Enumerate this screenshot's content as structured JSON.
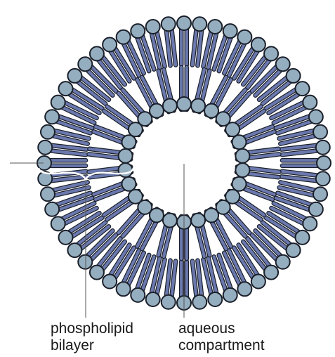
{
  "diagram": {
    "subject": "liposome cross-section",
    "colors": {
      "head_fill": "#95aebf",
      "tail_fill": "#6a78ad",
      "outline": "#1a1f2a",
      "leader_line": "#555555",
      "bracket": "#ffffff"
    },
    "outer_leaflet_lipid_count": 56,
    "inner_leaflet_lipid_count": 26
  },
  "labels": {
    "bilayer_line1": "phospholipid",
    "bilayer_line2": "bilayer",
    "aqueous_line1": "aqueous",
    "aqueous_line2": "compartment"
  }
}
